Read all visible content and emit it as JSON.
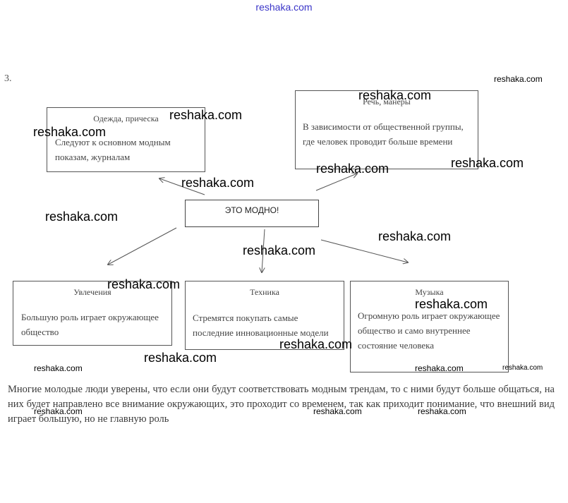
{
  "header": {
    "site": "reshaka.com"
  },
  "task_number": "3.",
  "diagram": {
    "center": "ЭТО МОДНО!",
    "boxes": {
      "clothing": {
        "title": "Одежда, прическа",
        "text": "Следуют к основном модным показам, журналам"
      },
      "speech": {
        "title": "Речь, манеры",
        "text": "В зависимости от общественной группы, где человек проводит больше времени"
      },
      "hobbies": {
        "title": "Увлечения",
        "text": "Большую роль играет окружающее общество"
      },
      "tech": {
        "title": "Техника",
        "text": "Стремятся покупать самые последние инновационные модели"
      },
      "music": {
        "title": "Музыка",
        "text": "Огромную роль играет окружающее общество и само внутреннее состояние человека"
      }
    }
  },
  "conclusion": "Многие молодые люди уверены, что если они будут соответствовать модным трендам, то с ними будут больше общаться, на них будет направлено все внимание окружающих, это проходит со временем, так как приходит понимание, что внешний вид играет большую, но не главную роль",
  "watermark": "reshaka.com"
}
